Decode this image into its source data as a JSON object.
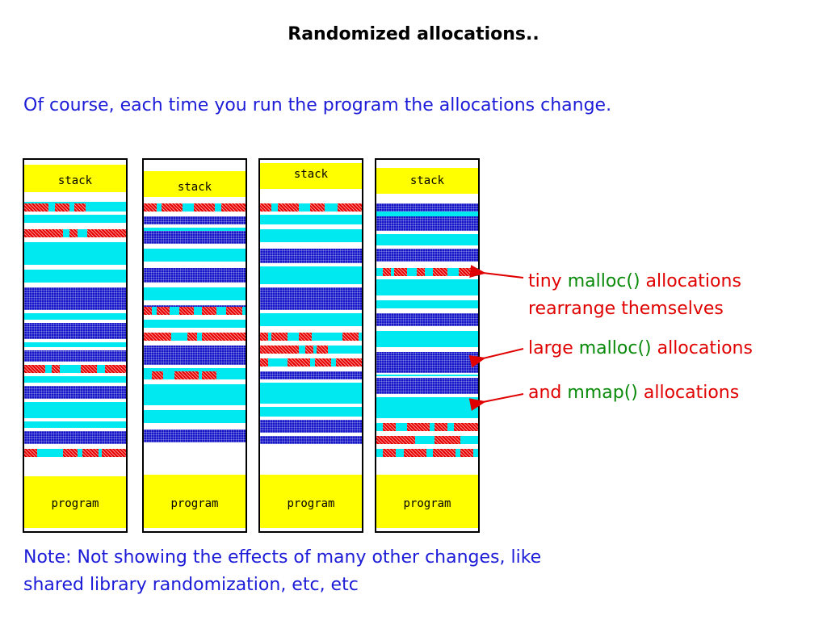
{
  "title": "Randomized allocations..",
  "subtitle": "Of course, each time you run the program the allocations change.",
  "columns": [
    {
      "stack": "stack",
      "program": "program"
    },
    {
      "stack": "stack",
      "program": "program"
    },
    {
      "stack": "stack",
      "program": "program"
    },
    {
      "stack": "stack",
      "program": "program"
    }
  ],
  "labels": {
    "tiny": {
      "pre": "tiny ",
      "fn": "malloc()",
      "post": " allocations",
      "line2": "rearrange themselves"
    },
    "large": {
      "pre": "large ",
      "fn": "malloc()",
      "post": " allocations"
    },
    "mmap": {
      "pre": "and ",
      "fn": "mmap()",
      "post": " allocations"
    }
  },
  "note": {
    "line1": "Note: Not showing the effects of many other changes, like",
    "line2": "shared library randomization, etc, etc"
  },
  "colors": {
    "stack": "#ffff00",
    "heap": "#00e8f0",
    "large": "#1414c8",
    "tiny": "#e80000",
    "text_blue": "#1c1cd8",
    "text_red": "#e00000",
    "text_green": "#0a8a0a"
  }
}
